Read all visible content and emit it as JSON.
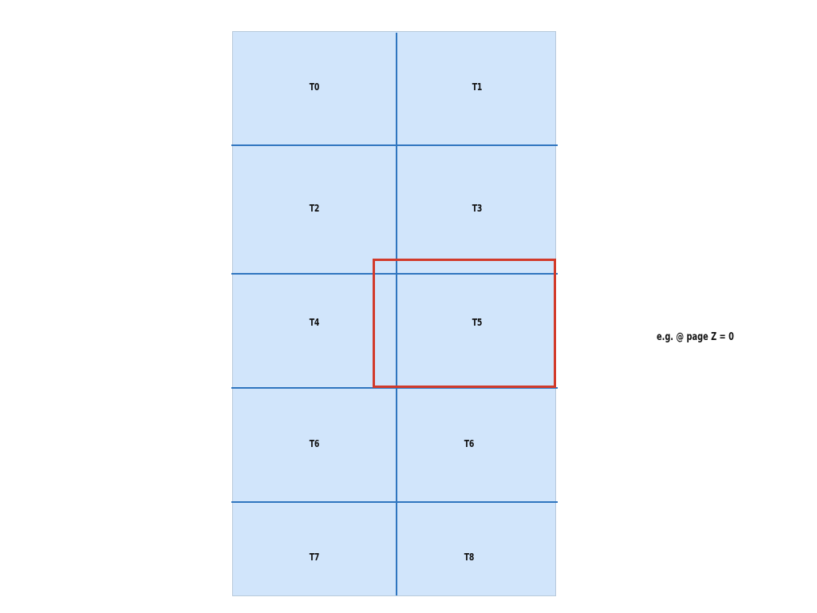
{
  "tiles": [
    "T0",
    "T1",
    "T2",
    "T3",
    "T4",
    "T5",
    "T6",
    "T6",
    "T7",
    "T8"
  ],
  "highlighted_tile": "T5",
  "annotation": "e.g. @ page Z = 0",
  "colors": {
    "tile_fill": "#d1e5fb",
    "grid_line": "#2f75bf",
    "highlight": "#d23a2a"
  }
}
